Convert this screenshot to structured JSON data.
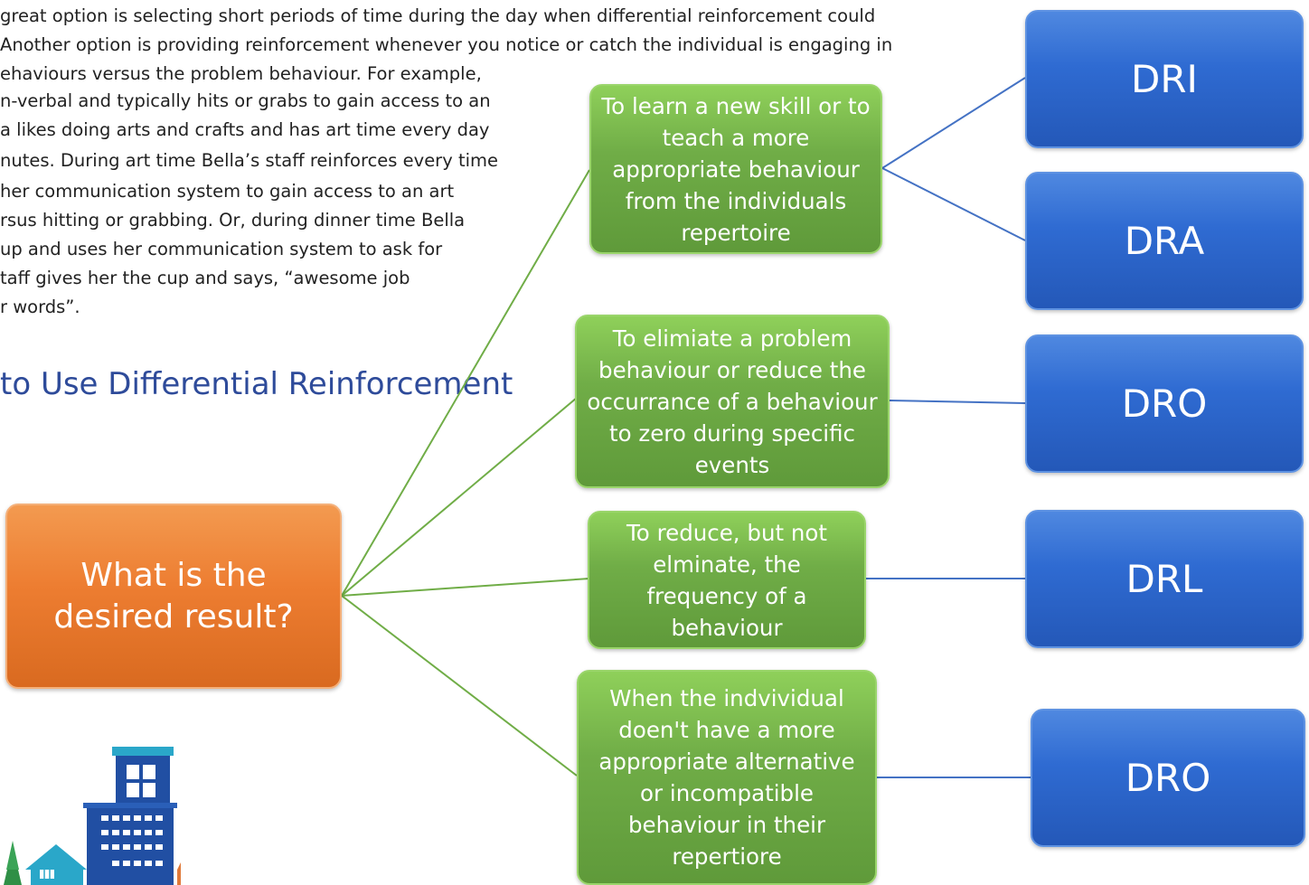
{
  "background_text": {
    "lines": [
      "great option is selecting short periods of time during the day when differential reinforcement could",
      "Another option is providing reinforcement whenever you notice or catch the individual is engaging in",
      "ehaviours versus the problem behaviour. For example,",
      "n-verbal and typically hits or grabs to gain access to an",
      "a likes doing arts and crafts and has art time every day",
      "nutes. During art time Bella’s staff reinforces every time",
      " her communication system to gain access to an art",
      "rsus hitting or grabbing. Or, during dinner time Bella",
      "up and uses her communication system to ask for",
      "taff gives her the cup and says, “awesome job",
      "r words”."
    ],
    "heading": "to Use Differential Reinforcement"
  },
  "diagram": {
    "root": "What is the desired result?",
    "results": [
      "To learn a new skill or to teach a more appropriate behaviour from the individuals repertoire",
      "To elimiate a problem behaviour or reduce the occurrance of a behaviour to zero during specific events",
      "To reduce, but not elminate, the frequency of a behaviour",
      "When the indvividual doen't have a more appropriate alternative or incompatible behaviour in their repertiore"
    ],
    "procedures": [
      "DRI",
      "DRA",
      "DRO",
      "DRL",
      "DRO"
    ]
  },
  "colors": {
    "root": "#ed7d31",
    "result": "#70ad47",
    "procedure": "#2f6bd2",
    "connector_root": "#70ad47",
    "connector_result": "#4472c4",
    "heading": "#2e4b9a"
  },
  "icons": {
    "illustration": "building-icon"
  }
}
